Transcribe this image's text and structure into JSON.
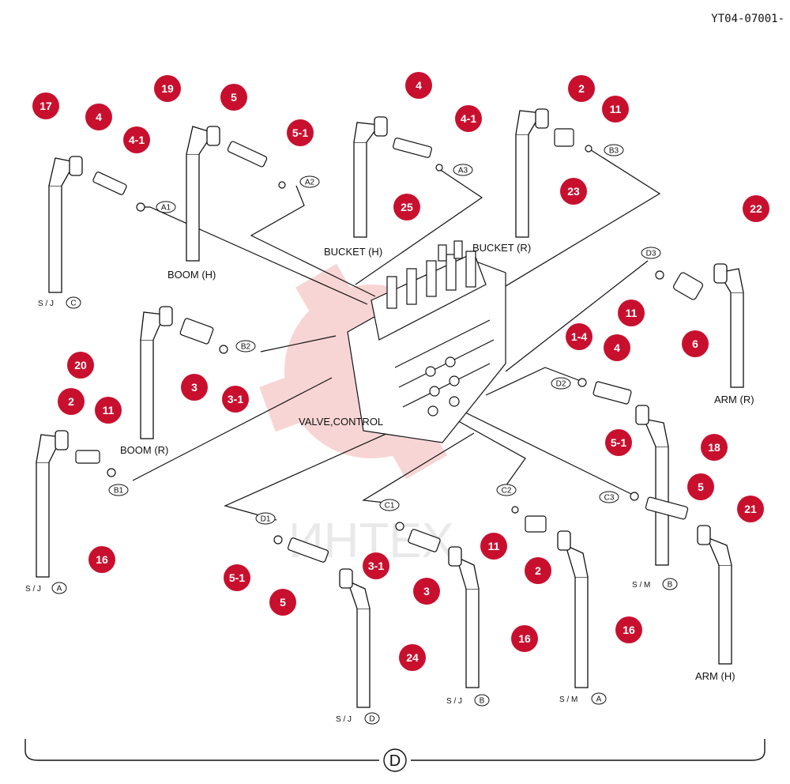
{
  "doc_code": "YT04-07001-",
  "section_label": "D",
  "colors": {
    "callout": "#c8102e",
    "line": "#111111",
    "watermark": "#f3b3b3"
  },
  "watermark_text": "ИНТЕХ",
  "labels": [
    {
      "id": "boom-h",
      "text": "BOOM (H)"
    },
    {
      "id": "boom-r",
      "text": "BOOM (R)"
    },
    {
      "id": "bucket-h",
      "text": "BUCKET (H)"
    },
    {
      "id": "bucket-r",
      "text": "BUCKET (R)"
    },
    {
      "id": "arm-r",
      "text": "ARM (R)"
    },
    {
      "id": "arm-h",
      "text": "ARM (H)"
    },
    {
      "id": "valve",
      "text": "VALVE,CONTROL"
    },
    {
      "id": "sj-c",
      "text": "S / J"
    },
    {
      "id": "sj-a",
      "text": "S / J"
    },
    {
      "id": "sj-d",
      "text": "S / J"
    },
    {
      "id": "sj-b",
      "text": "S / J"
    },
    {
      "id": "sm-a",
      "text": "S / M"
    },
    {
      "id": "sm-b",
      "text": "S / M"
    }
  ],
  "connectors": [
    "A1",
    "A2",
    "A3",
    "B3",
    "D3",
    "B2",
    "D2",
    "B1",
    "C3",
    "C2",
    "C1",
    "D1",
    "C",
    "A",
    "D",
    "B",
    "A",
    "B"
  ],
  "callouts": [
    "17",
    "4",
    "4-1",
    "19",
    "5",
    "5-1",
    "4",
    "4-1",
    "2",
    "11",
    "25",
    "23",
    "22",
    "11",
    "6",
    "20",
    "3",
    "3-1",
    "1-4",
    "4",
    "2",
    "11",
    "18",
    "5-1",
    "5",
    "21",
    "16",
    "11",
    "2",
    "3-1",
    "3",
    "5-1",
    "5",
    "24",
    "16",
    "16"
  ]
}
